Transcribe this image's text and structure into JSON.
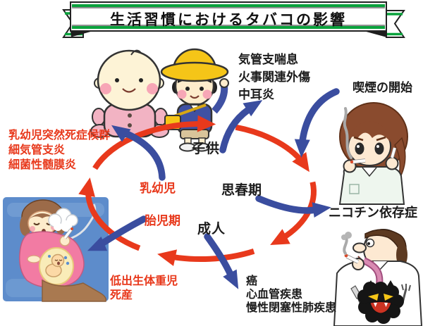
{
  "header": {
    "title": "生活習慣におけるタバコの影響"
  },
  "cycle": {
    "stages": {
      "child": "子供",
      "adolescence": "思春期",
      "adult": "成人",
      "infant": "乳幼児",
      "fetal_period": "胎児期"
    }
  },
  "labels": {
    "child_diseases": [
      "気管支喘息",
      "火事関連外傷",
      "中耳炎"
    ],
    "smoking_start": "喫煙の開始",
    "nicotine_dependence": "ニコチン依存症",
    "adult_diseases": [
      "癌",
      "心血管疾患",
      "慢性閉塞性肺疾患"
    ],
    "perinatal_outcomes": [
      "低出生体重児",
      "死産"
    ],
    "infant_diseases": [
      "乳幼児突然死症候群",
      "細気管支炎",
      "細菌性髄膜炎"
    ]
  },
  "colors": {
    "cycle_red": "#e8391c",
    "arrow_blue": "#3a4d9f",
    "banner_green": "#0aa23c",
    "text_black": "#1b1b1b"
  }
}
